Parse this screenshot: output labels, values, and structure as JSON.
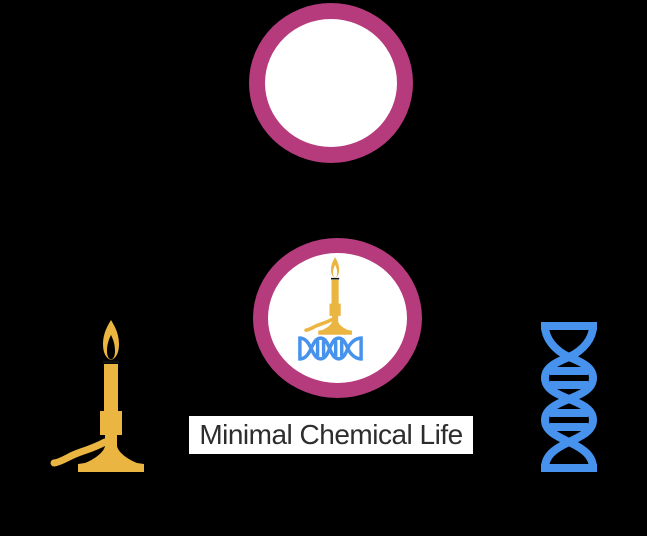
{
  "diagram": {
    "label": {
      "text": "Minimal Chemical Life"
    },
    "colors": {
      "background": "#000000",
      "ring": "#b63b7d",
      "ring-fill": "#ffffff",
      "burner": "#eab540",
      "dna": "#4692ec",
      "gap-line": "#111111",
      "label-bg": "#ffffff",
      "label-text": "#2d2d2d"
    },
    "icons": [
      {
        "name": "bunsen-burner-icon",
        "meaning": "bunsen burner (chemistry / metabolism)"
      },
      {
        "name": "dna-helix-icon",
        "meaning": "DNA double helix (genetic information)"
      },
      {
        "name": "empty-circle-node",
        "meaning": "empty ring node"
      },
      {
        "name": "minimal-chemical-life-node",
        "meaning": "ring node containing bunsen burner and DNA icons"
      }
    ]
  }
}
